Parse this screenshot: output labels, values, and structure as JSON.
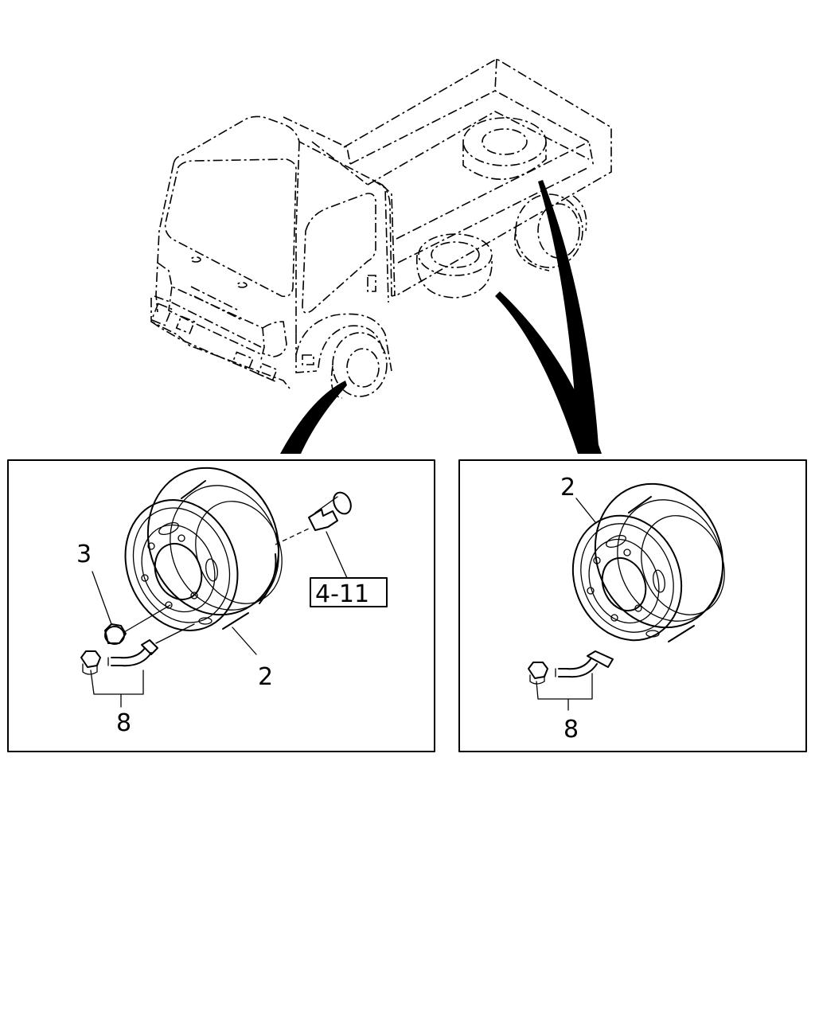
{
  "callouts": {
    "left_nut": "3",
    "left_wheel": "2",
    "left_valve": "8",
    "left_ref": "4-11",
    "right_wheel": "2",
    "right_valve": "8"
  }
}
